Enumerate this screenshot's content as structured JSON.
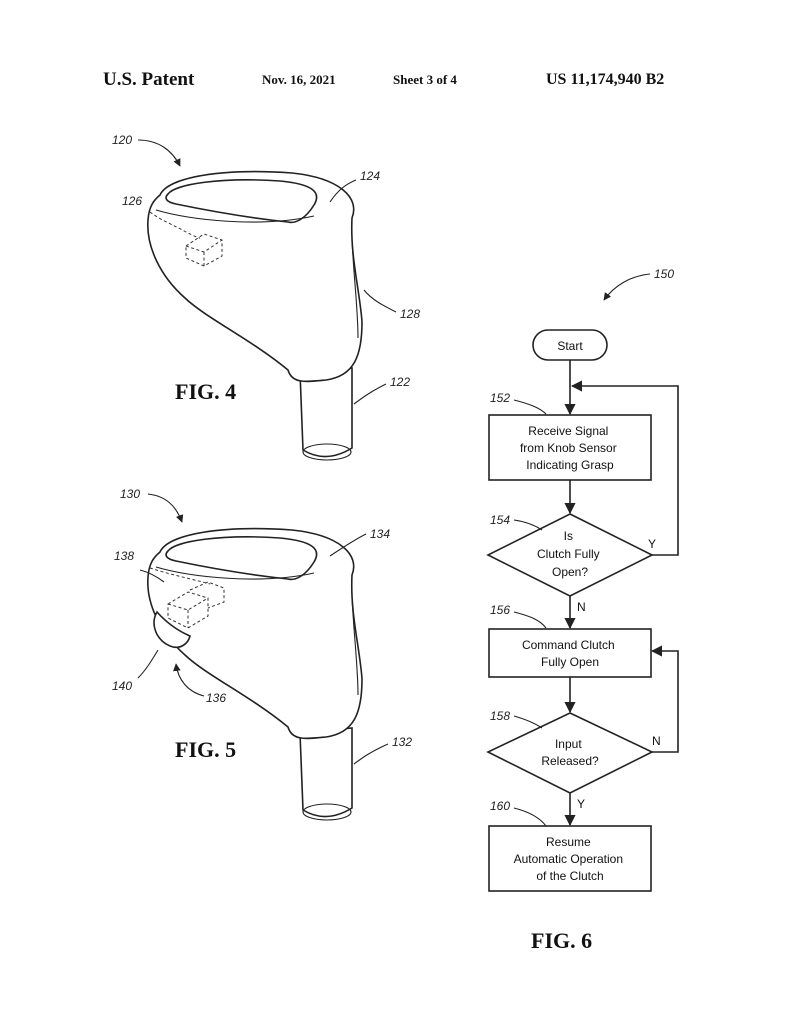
{
  "header": {
    "left": "U.S. Patent",
    "date": "Nov. 16, 2021",
    "sheet": "Sheet 3 of 4",
    "number": "US 11,174,940 B2"
  },
  "figures": {
    "fig4": {
      "label": "FIG. 4",
      "refs": {
        "assembly": "120",
        "top": "124",
        "sensor": "126",
        "body": "128",
        "shaft": "122"
      }
    },
    "fig5": {
      "label": "FIG. 5",
      "refs": {
        "assembly": "130",
        "top": "134",
        "sensor": "138",
        "button": "140",
        "switch": "136",
        "shaft": "132"
      }
    },
    "fig6": {
      "label": "FIG. 6",
      "ref": "150",
      "start": "Start",
      "steps": [
        {
          "ref": "152",
          "lines": [
            "Receive Signal",
            "from Knob Sensor",
            "Indicating Grasp"
          ]
        },
        {
          "ref": "154",
          "lines": [
            "Is",
            "Clutch Fully",
            "Open?"
          ]
        },
        {
          "ref": "156",
          "lines": [
            "Command Clutch",
            "Fully Open"
          ]
        },
        {
          "ref": "158",
          "lines": [
            "Input",
            "Released?"
          ]
        },
        {
          "ref": "160",
          "lines": [
            "Resume",
            "Automatic Operation",
            "of the Clutch"
          ]
        }
      ],
      "branch_labels": {
        "d1_yes": "Y",
        "d1_no": "N",
        "d2_no": "N",
        "d2_yes": "Y"
      }
    }
  }
}
